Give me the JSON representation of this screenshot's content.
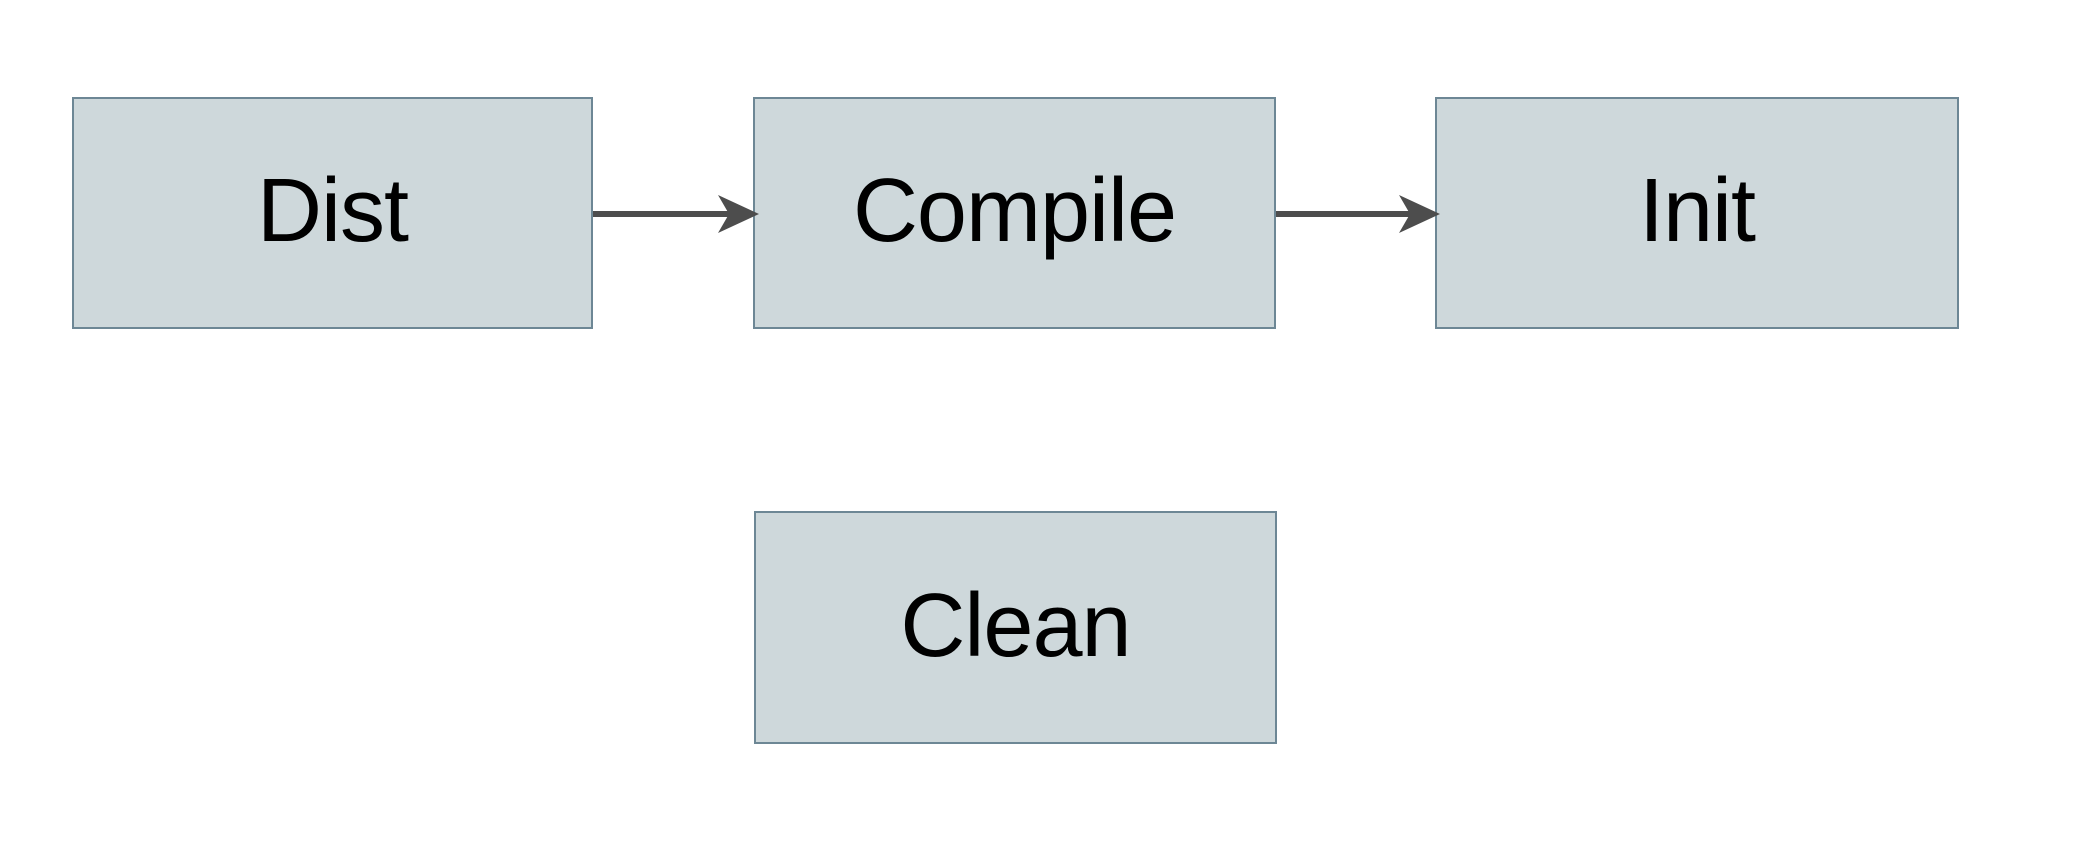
{
  "diagram": {
    "type": "flowchart",
    "orientation": "left-to-right",
    "background_color": "#ffffff",
    "node_fill_color": "#ced8db",
    "node_border_color": "#6d8795",
    "edge_color": "#4d4d4d",
    "label_color": "#000000",
    "nodes": [
      {
        "id": "dist",
        "label": "Dist"
      },
      {
        "id": "compile",
        "label": "Compile"
      },
      {
        "id": "init",
        "label": "Init"
      },
      {
        "id": "clean",
        "label": "Clean"
      }
    ],
    "edges": [
      {
        "id": "dist-compile",
        "from": "Dist",
        "to": "Compile",
        "arrowhead": "filled-triangle"
      },
      {
        "id": "compile-init",
        "from": "Compile",
        "to": "Init",
        "arrowhead": "filled-triangle"
      }
    ]
  }
}
